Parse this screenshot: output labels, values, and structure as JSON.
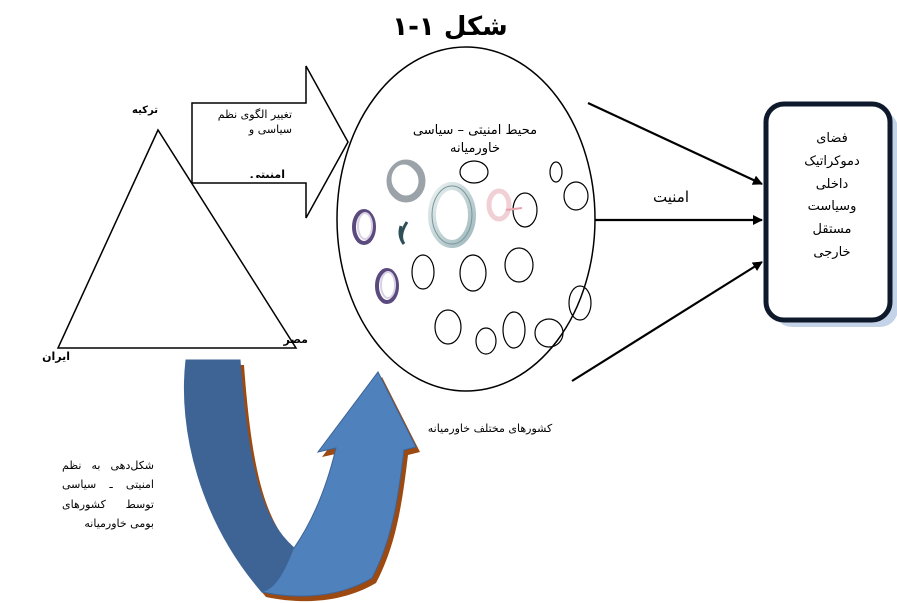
{
  "figure": {
    "title": "شکل ۱-۱",
    "arrow_label": "تغییر الگوی نظم سیاسی و",
    "arrow_label_cut": "امنیتی",
    "circle_label": "محیط امنیتی – سیاسی خاورمیانه",
    "security_label": "امنیت",
    "box_label": "فضای دموکراتیک داخلی وسیاست مستقل خارجی",
    "countries_label": "کشورهای مختلف خاورمیانه",
    "iran_label": "ایران",
    "triangle_top_label": "ترکیه",
    "triangle_right_label": "مصر",
    "shaping_label": "شکل‌دهی به نظم امنیتی ـ سیاسی توسط کشورهای بومی خاورمیانه"
  },
  "colors": {
    "curved_arrow_fill": "#4f81bd",
    "curved_arrow_dark": "#3e6496",
    "curved_arrow_shadow": "#9c4a12",
    "box_border": "#0e1a2b",
    "box_shadow": "#c4d3e8",
    "purple_ring": "#5b4a7e",
    "teal_ring": "#2f4f58"
  }
}
